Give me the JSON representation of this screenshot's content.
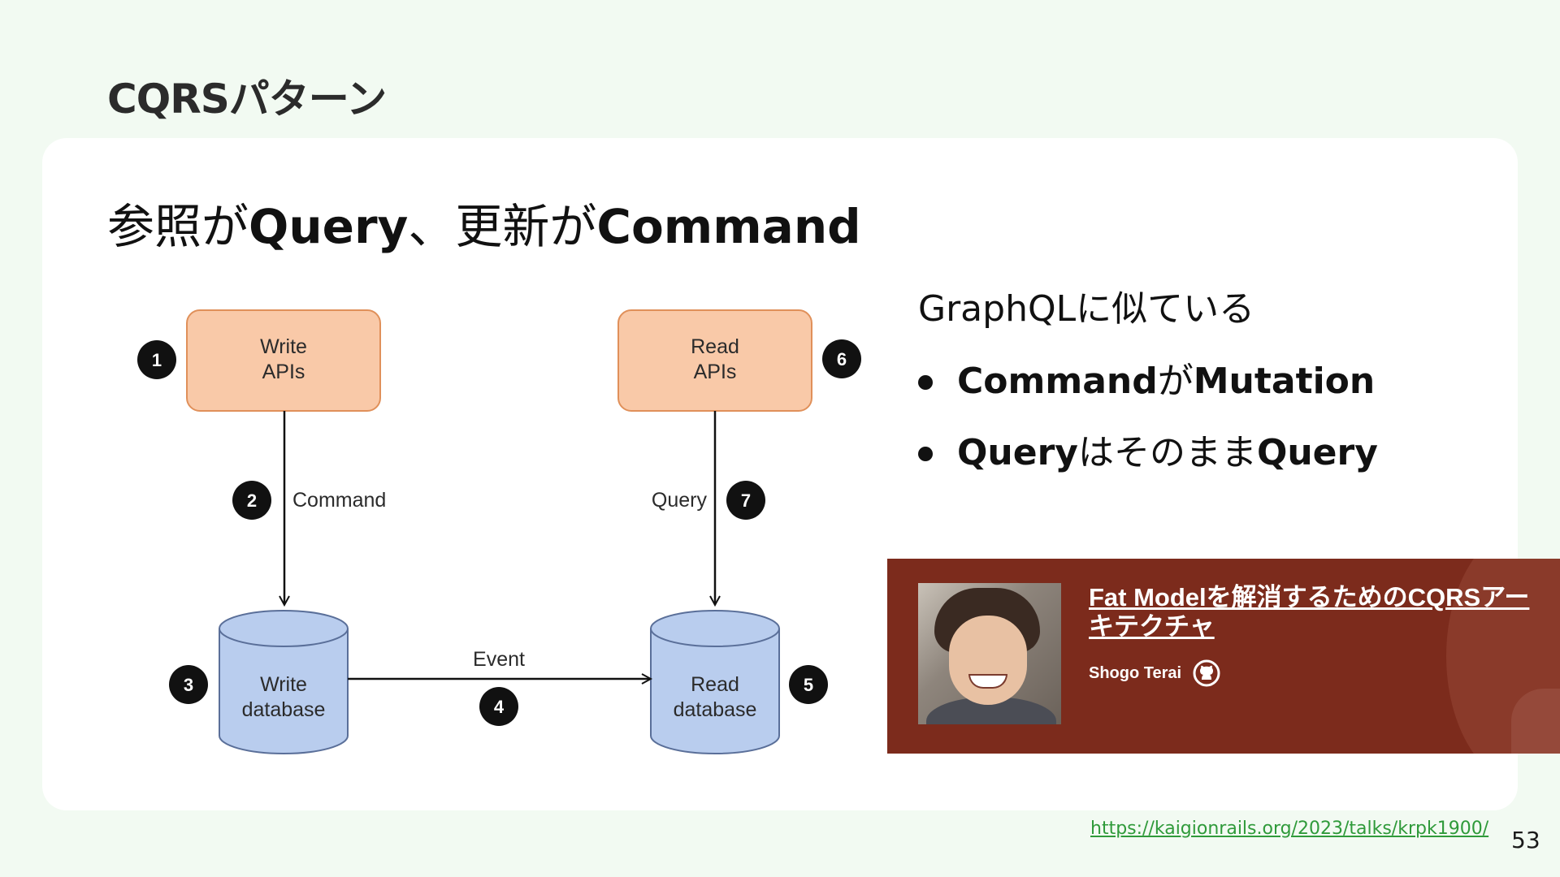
{
  "slide": {
    "title": "CQRSパターン",
    "page_number": "53",
    "source_url": "https://kaigionrails.org/2023/talks/krpk1900/"
  },
  "headline": {
    "part1": "参照が",
    "part2": "Query",
    "part3": "、更新が",
    "part4": "Command"
  },
  "diagram": {
    "nodes": {
      "write_apis": [
        "Write",
        "APIs"
      ],
      "read_apis": [
        "Read",
        "APIs"
      ],
      "write_db": [
        "Write",
        "database"
      ],
      "read_db": [
        "Read",
        "database"
      ]
    },
    "edges": {
      "command": "Command",
      "query": "Query",
      "event": "Event"
    },
    "badges": [
      "1",
      "2",
      "3",
      "4",
      "5",
      "6",
      "7"
    ]
  },
  "note": {
    "text": "GraphQLに似ている",
    "bullets": [
      {
        "a": "Command",
        "b": "が",
        "c": "Mutation"
      },
      {
        "a": "Query",
        "b": "はそのまま",
        "c": "Query"
      }
    ]
  },
  "talk_card": {
    "title": "Fat Modelを解消するためのCQRSアーキテクチャ",
    "author": "Shogo Terai"
  },
  "colors": {
    "background": "#f2faf2",
    "api_box": "#f9c9a8",
    "api_border": "#e0905a",
    "db_fill": "#b9cdee",
    "db_border": "#5a6f99",
    "talk_card_bg": "#7c2b1c",
    "link": "#2f9a3a"
  }
}
